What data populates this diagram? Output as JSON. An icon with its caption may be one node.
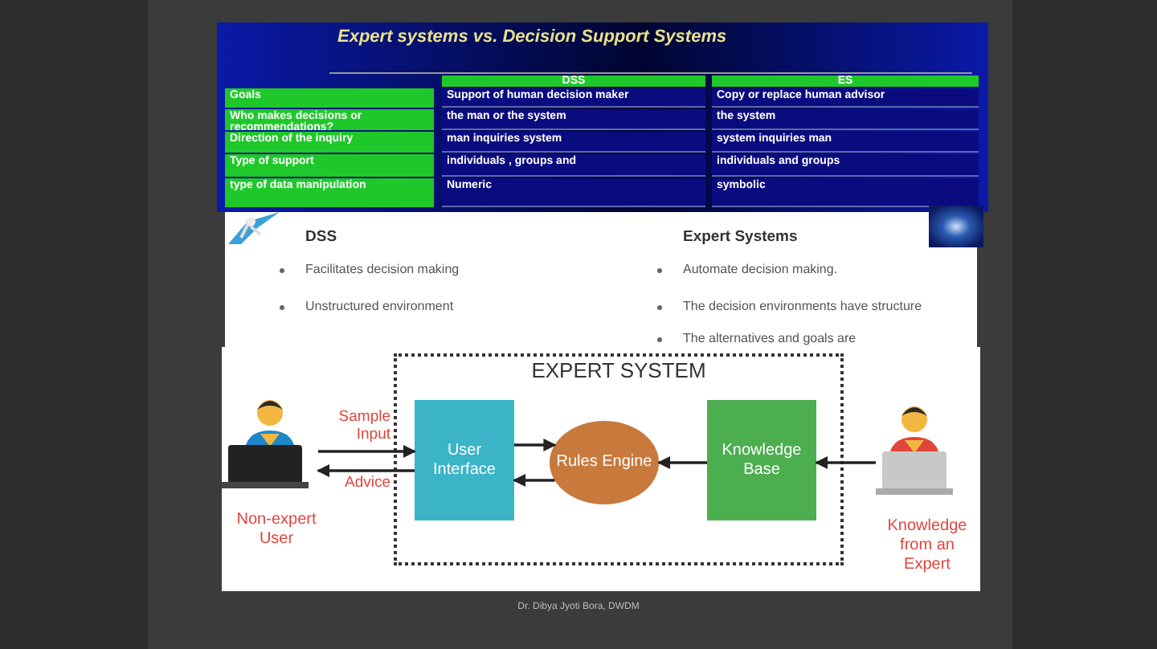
{
  "diagram": {
    "title": "Expert systems vs. Decision Support Systems",
    "nodes": [
      {
        "text": [
          "EXPERT SYSTEM"
        ]
      },
      {
        "text": [
          "User Interface"
        ],
        "in": 0
      },
      {
        "text": [
          "Rules Engine"
        ],
        "in": 0
      },
      {
        "text": [
          "Knowledge Base"
        ],
        "in": 0
      },
      {
        "text": [
          "Non-expert User"
        ]
      },
      {
        "text": [
          "Knowledge from an Expert"
        ]
      }
    ],
    "edges": [
      {
        "from": 4,
        "to": 1,
        "arrow": "to",
        "label": "Sample Input"
      },
      {
        "from": 1,
        "to": 4,
        "arrow": "to",
        "label": "Advice"
      },
      {
        "from": 1,
        "to": 2,
        "arrow": "to"
      },
      {
        "from": 2,
        "to": 1,
        "arrow": "to"
      },
      {
        "from": 3,
        "to": 2,
        "arrow": "to"
      },
      {
        "from": 5,
        "to": 3,
        "arrow": "to"
      }
    ],
    "labels": [
      "DSS",
      "ES",
      "Goals",
      "Support of human decision maker",
      "Copy or replace human advisor",
      "Who makes decisions or recommendations?",
      "the man or the system",
      "the system",
      "Direction of the inquiry",
      "man inquiries system",
      "system inquiries man",
      "Type of support",
      "individuals , groups and",
      "individuals and groups",
      "type of data manipulation",
      "Numeric",
      "symbolic",
      "DSS",
      "Expert Systems",
      "Facilitates decision making",
      "Automate decision making.",
      "Unstructured environment",
      "The decision environments have structure",
      "The alternatives and goals are",
      "Dr. Dibya Jyoti Bora, DWDM"
    ]
  }
}
